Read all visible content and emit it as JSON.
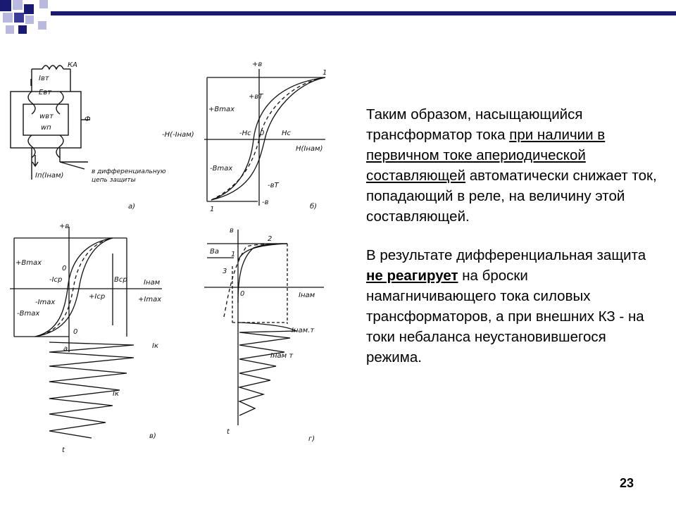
{
  "colors": {
    "accent_dark": "#1a1a72",
    "accent_mid": "#3a3a98",
    "accent_light": "#b9b9e0"
  },
  "figure": {
    "a": {
      "ka": "КА",
      "i_vt": "Iвт",
      "e_vt": "Eвт",
      "w_vt": "wвт",
      "w_p": "wп",
      "phi": "Ф",
      "i_p": "Iп(Iнам)",
      "note_line1": "в дифференциальную",
      "note_line2": "цепь защиты",
      "caption": "а)"
    },
    "b": {
      "plus_b": "+в",
      "minus_b": "-в",
      "bmax_pos": "+Bmax",
      "bmax_neg": "-Bmax",
      "bt_pos": "+вT",
      "bt_neg": "-вT",
      "hc_neg": "-Hc",
      "hc_pos": "Hc",
      "zero": "0",
      "h_neg": "-H(-Iнам)",
      "h_pos": "H(Iнам)",
      "pt1_top": "1",
      "pt1_bottom": "1",
      "caption": "б)"
    },
    "v": {
      "plus_b": "+в",
      "bmax_pos": "+Bmax",
      "bmax_neg": "-Bmax",
      "imax_neg": "-Imax",
      "imax_pos": "+Imax",
      "icp_neg": "-Iср",
      "icp_pos": "+Iср",
      "bcp": "Bср",
      "i_nam": "Iнам",
      "zero": "0",
      "a": "а",
      "ik": "Iк",
      "ik2": "Iк",
      "t": "t",
      "caption": "в)"
    },
    "g": {
      "b": "в",
      "ba": "Bа",
      "pt1": "1",
      "pt2": "2",
      "pt3": "3",
      "zero": "0",
      "i_nam": "Iнам",
      "i_nam_t": "Iнам.т",
      "i_nam_t2": "Iнам т",
      "t": "t",
      "caption": "г)"
    }
  },
  "text": {
    "p1_s1": "Таким образом, насыщающийся трансформатор тока ",
    "p1_u": "при наличии в первичном токе апериодической составляющей",
    "p1_s2": " автоматически снижает ток, попадающий в реле, на величину этой составляющей.",
    "p2_s1": "В результате дифференциальная защита ",
    "p2_b": "не реагирует",
    "p2_s2": " на броски намагничивающего тока силовых трансформаторов, а при внешних КЗ - на токи небаланса неустановившегося режима."
  },
  "slide_number": "23"
}
